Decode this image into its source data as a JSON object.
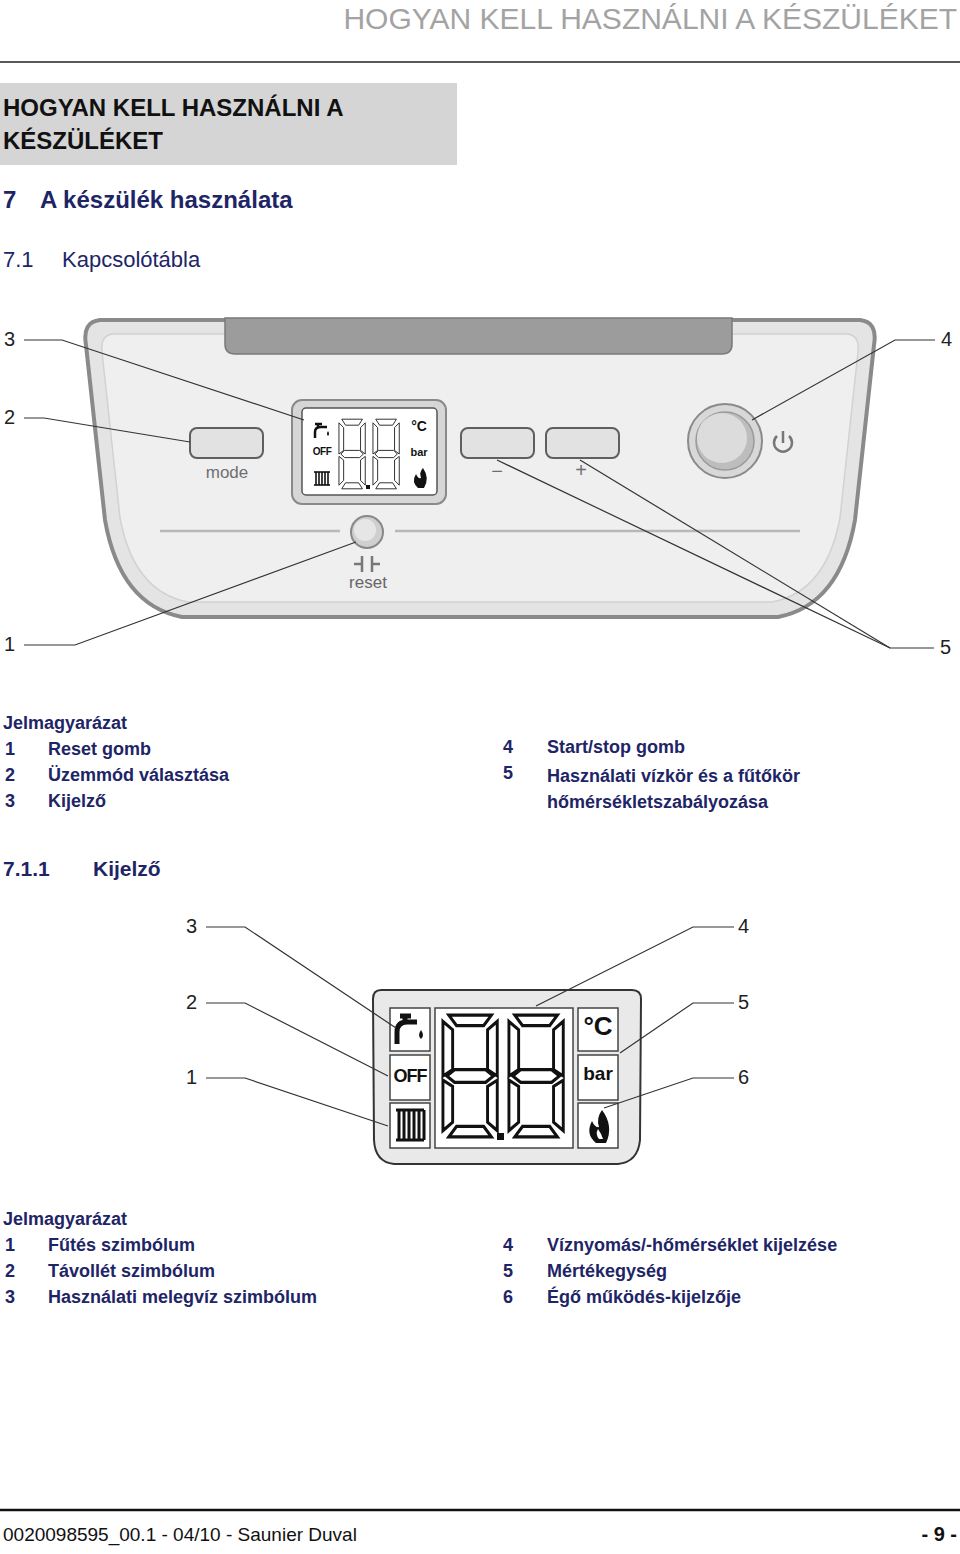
{
  "diagram": {
    "title": "HOGYAN KELL HASZNÁLNI A KÉSZÜLÉKET",
    "nodes": [
      {
        "text": [
          "HOGYAN KELL HASZNÁLNI A KÉSZÜLÉKET"
        ]
      }
    ],
    "labels": [
      "7",
      "A készülék használata",
      "7.1",
      "Kapcsolótábla",
      "3",
      "4",
      "2",
      "1",
      "5",
      "mode",
      "−",
      "+",
      "reset",
      "OFF",
      "°C",
      "bar",
      "Jelmagyarázat",
      "1",
      "Reset gomb",
      "2",
      "Üzemmód választása",
      "3",
      "Kijelző",
      "4",
      "Start/stop gomb",
      "5",
      "Használati vízkör és a fűtőkör hőmérsékletszabályozása",
      "7.1.1",
      "Kijelző",
      "3",
      "4",
      "2",
      "5",
      "1",
      "6",
      "OFF",
      "°C",
      "bar",
      "Jelmagyarázat",
      "1",
      "Fűtés szimbólum",
      "2",
      "Távollét szimbólum",
      "3",
      "Használati melegvíz szimbólum",
      "4",
      "Víznyomás/-hőmérséklet kijelzése",
      "5",
      "Mértékegység",
      "6",
      "Égő működés-kijelzője",
      "0020098595_00.1 - 04/10 - Saunier Duval",
      "- 9 -"
    ]
  }
}
